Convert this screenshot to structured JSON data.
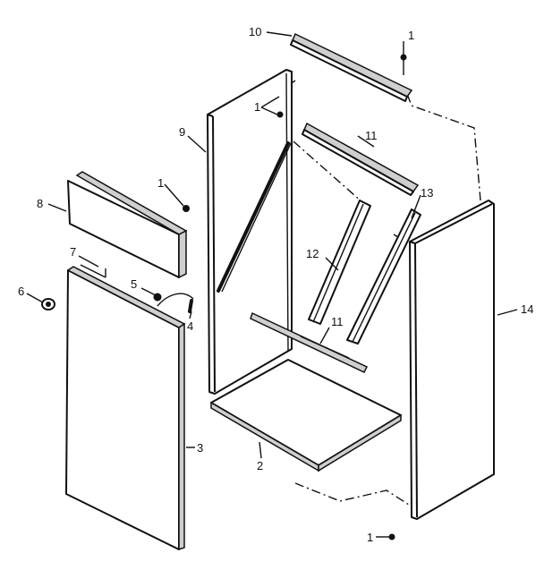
{
  "labels": {
    "p1a": "1",
    "p1b": "1",
    "p1c": "1",
    "p1d": "1",
    "p2": "2",
    "p3": "3",
    "p4": "4",
    "p5": "5",
    "p6": "6",
    "p7": "7",
    "p8": "8",
    "p9": "9",
    "p10": "10",
    "p11a": "11",
    "p11b": "11",
    "p12": "12",
    "p13": "13",
    "p14": "14"
  }
}
